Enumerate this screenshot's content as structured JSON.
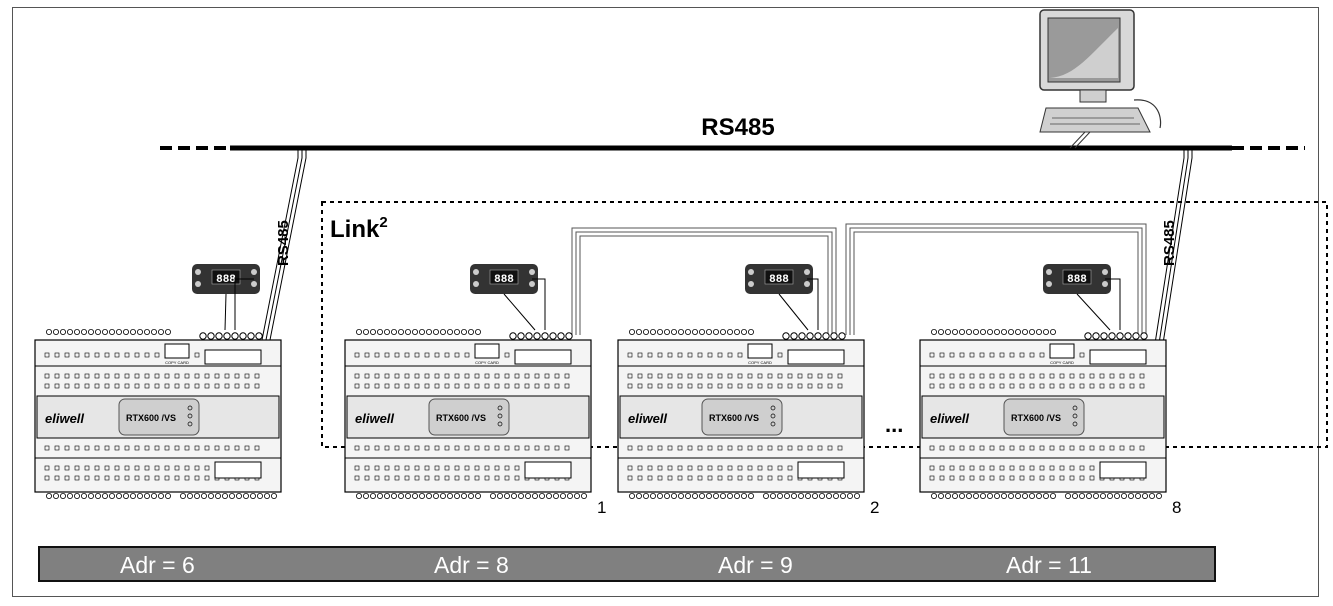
{
  "bus": {
    "label": "RS485"
  },
  "link": {
    "label": "Link",
    "superscript": "2"
  },
  "rs485_vertical_labels": [
    "RS485",
    "RS485"
  ],
  "controllers": [
    {
      "brand": "eliwell",
      "model": "RTX600 /VS",
      "display": "888",
      "index": ""
    },
    {
      "brand": "eliwell",
      "model": "RTX600 /VS",
      "display": "888",
      "index": "1"
    },
    {
      "brand": "eliwell",
      "model": "RTX600 /VS",
      "display": "888",
      "index": "2"
    },
    {
      "brand": "eliwell",
      "model": "RTX600 /VS",
      "display": "888",
      "index": "8"
    }
  ],
  "ellipsis": "...",
  "copy_card_label": "COPY CARD",
  "addresses": [
    "Adr = 6",
    "Adr = 8",
    "Adr = 9",
    "Adr = 11"
  ],
  "colors": {
    "bar": "#808080",
    "module": "#e6e6e6",
    "keypad": "#333333",
    "monitor": "#c8c8c8"
  }
}
